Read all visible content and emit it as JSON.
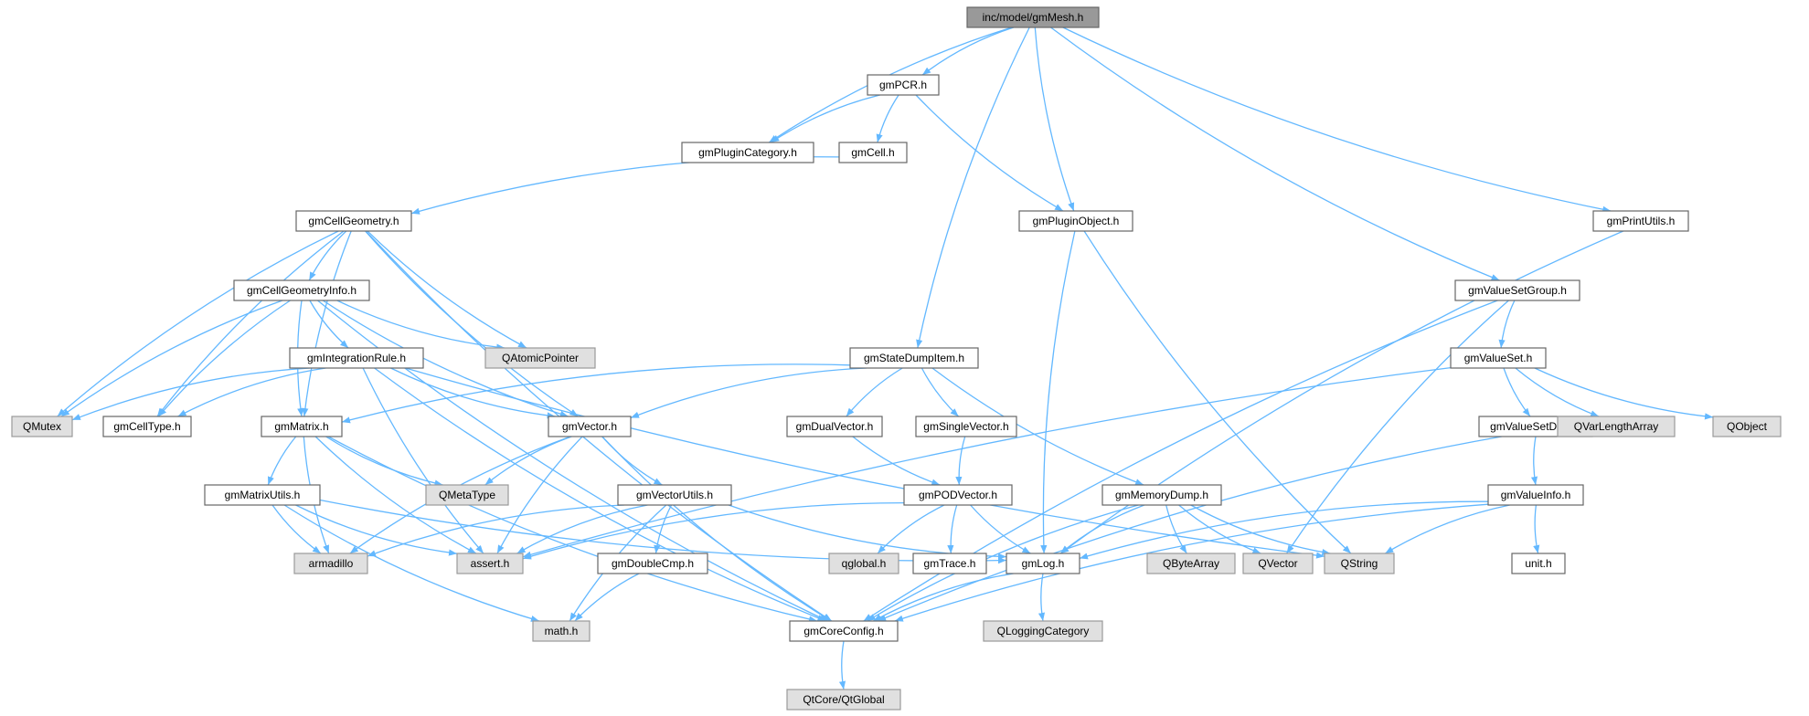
{
  "nodes": [
    {
      "id": "gmMesh",
      "label": "inc/model/gmMesh.h",
      "kind": "root"
    },
    {
      "id": "gmPCR",
      "label": "gmPCR.h",
      "kind": "file"
    },
    {
      "id": "gmPluginCategory",
      "label": "gmPluginCategory.h",
      "kind": "file"
    },
    {
      "id": "gmCell",
      "label": "gmCell.h",
      "kind": "file"
    },
    {
      "id": "gmCellGeometry",
      "label": "gmCellGeometry.h",
      "kind": "file"
    },
    {
      "id": "gmPluginObject",
      "label": "gmPluginObject.h",
      "kind": "file"
    },
    {
      "id": "gmPrintUtils",
      "label": "gmPrintUtils.h",
      "kind": "file"
    },
    {
      "id": "gmCellGeometryInfo",
      "label": "gmCellGeometryInfo.h",
      "kind": "file"
    },
    {
      "id": "gmValueSetGroup",
      "label": "gmValueSetGroup.h",
      "kind": "file"
    },
    {
      "id": "gmIntegrationRule",
      "label": "gmIntegrationRule.h",
      "kind": "file"
    },
    {
      "id": "QAtomicPointer",
      "label": "QAtomicPointer",
      "kind": "ext"
    },
    {
      "id": "gmStateDumpItem",
      "label": "gmStateDumpItem.h",
      "kind": "file"
    },
    {
      "id": "gmValueSet",
      "label": "gmValueSet.h",
      "kind": "file"
    },
    {
      "id": "QMutex",
      "label": "QMutex",
      "kind": "ext"
    },
    {
      "id": "gmCellType",
      "label": "gmCellType.h",
      "kind": "file"
    },
    {
      "id": "gmMatrix",
      "label": "gmMatrix.h",
      "kind": "file"
    },
    {
      "id": "gmVector",
      "label": "gmVector.h",
      "kind": "file"
    },
    {
      "id": "gmDualVector",
      "label": "gmDualVector.h",
      "kind": "file"
    },
    {
      "id": "gmSingleVector",
      "label": "gmSingleVector.h",
      "kind": "file"
    },
    {
      "id": "gmValueSetData",
      "label": "gmValueSetData.h",
      "kind": "file"
    },
    {
      "id": "QVarLengthArray",
      "label": "QVarLengthArray",
      "kind": "ext"
    },
    {
      "id": "QObject",
      "label": "QObject",
      "kind": "ext"
    },
    {
      "id": "gmMatrixUtils",
      "label": "gmMatrixUtils.h",
      "kind": "file"
    },
    {
      "id": "QMetaType",
      "label": "QMetaType",
      "kind": "ext"
    },
    {
      "id": "gmVectorUtils",
      "label": "gmVectorUtils.h",
      "kind": "file"
    },
    {
      "id": "gmPODVector",
      "label": "gmPODVector.h",
      "kind": "file"
    },
    {
      "id": "gmMemoryDump",
      "label": "gmMemoryDump.h",
      "kind": "file"
    },
    {
      "id": "gmValueInfo",
      "label": "gmValueInfo.h",
      "kind": "file"
    },
    {
      "id": "armadillo",
      "label": "armadillo",
      "kind": "ext"
    },
    {
      "id": "assert",
      "label": "assert.h",
      "kind": "ext"
    },
    {
      "id": "gmDoubleCmp",
      "label": "gmDoubleCmp.h",
      "kind": "file"
    },
    {
      "id": "qglobal",
      "label": "qglobal.h",
      "kind": "ext"
    },
    {
      "id": "gmTrace",
      "label": "gmTrace.h",
      "kind": "file"
    },
    {
      "id": "gmLog",
      "label": "gmLog.h",
      "kind": "file"
    },
    {
      "id": "QByteArray",
      "label": "QByteArray",
      "kind": "ext"
    },
    {
      "id": "QVector",
      "label": "QVector",
      "kind": "ext"
    },
    {
      "id": "QString",
      "label": "QString",
      "kind": "ext"
    },
    {
      "id": "unit",
      "label": "unit.h",
      "kind": "file"
    },
    {
      "id": "math",
      "label": "math.h",
      "kind": "ext"
    },
    {
      "id": "gmCoreConfig",
      "label": "gmCoreConfig.h",
      "kind": "file"
    },
    {
      "id": "QLoggingCategory",
      "label": "QLoggingCategory",
      "kind": "ext"
    },
    {
      "id": "QtGlobal",
      "label": "QtCore/QtGlobal",
      "kind": "ext"
    }
  ],
  "edges": [
    [
      "gmMesh",
      "gmPCR"
    ],
    [
      "gmMesh",
      "gmPluginCategory"
    ],
    [
      "gmMesh",
      "gmPluginObject"
    ],
    [
      "gmMesh",
      "gmStateDumpItem"
    ],
    [
      "gmMesh",
      "gmValueSetGroup"
    ],
    [
      "gmMesh",
      "gmPrintUtils"
    ],
    [
      "gmPCR",
      "gmPluginCategory"
    ],
    [
      "gmPCR",
      "gmCell"
    ],
    [
      "gmPCR",
      "gmPluginObject"
    ],
    [
      "gmCell",
      "gmCellGeometry"
    ],
    [
      "gmCellGeometry",
      "gmCellGeometryInfo"
    ],
    [
      "gmCellGeometry",
      "QAtomicPointer"
    ],
    [
      "gmCellGeometry",
      "QMutex"
    ],
    [
      "gmCellGeometry",
      "gmCellType"
    ],
    [
      "gmCellGeometry",
      "gmMatrix"
    ],
    [
      "gmCellGeometry",
      "gmVector"
    ],
    [
      "gmCellGeometry",
      "gmCoreConfig"
    ],
    [
      "gmCellGeometryInfo",
      "gmIntegrationRule"
    ],
    [
      "gmCellGeometryInfo",
      "QAtomicPointer"
    ],
    [
      "gmCellGeometryInfo",
      "QMutex"
    ],
    [
      "gmCellGeometryInfo",
      "gmCellType"
    ],
    [
      "gmCellGeometryInfo",
      "gmMatrix"
    ],
    [
      "gmCellGeometryInfo",
      "gmVector"
    ],
    [
      "gmCellGeometryInfo",
      "gmCoreConfig"
    ],
    [
      "gmIntegrationRule",
      "QMutex"
    ],
    [
      "gmIntegrationRule",
      "gmCellType"
    ],
    [
      "gmIntegrationRule",
      "gmVector"
    ],
    [
      "gmIntegrationRule",
      "assert"
    ],
    [
      "gmIntegrationRule",
      "gmCoreConfig"
    ],
    [
      "gmIntegrationRule",
      "QString"
    ],
    [
      "gmPluginObject",
      "gmLog"
    ],
    [
      "gmPluginObject",
      "QString"
    ],
    [
      "gmPrintUtils",
      "gmLog"
    ],
    [
      "gmValueSetGroup",
      "gmValueSet"
    ],
    [
      "gmValueSetGroup",
      "QVector"
    ],
    [
      "gmValueSetGroup",
      "gmCoreConfig"
    ],
    [
      "gmValueSet",
      "gmValueSetData"
    ],
    [
      "gmValueSet",
      "QVarLengthArray"
    ],
    [
      "gmValueSet",
      "QObject"
    ],
    [
      "gmValueSet",
      "assert"
    ],
    [
      "gmValueSetData",
      "gmValueInfo"
    ],
    [
      "gmValueSetData",
      "gmCoreConfig"
    ],
    [
      "gmValueInfo",
      "gmLog"
    ],
    [
      "gmValueInfo",
      "QString"
    ],
    [
      "gmValueInfo",
      "unit"
    ],
    [
      "gmValueInfo",
      "gmCoreConfig"
    ],
    [
      "gmStateDumpItem",
      "gmMatrix"
    ],
    [
      "gmStateDumpItem",
      "gmVector"
    ],
    [
      "gmStateDumpItem",
      "gmDualVector"
    ],
    [
      "gmStateDumpItem",
      "gmSingleVector"
    ],
    [
      "gmStateDumpItem",
      "gmMemoryDump"
    ],
    [
      "gmDualVector",
      "gmPODVector"
    ],
    [
      "gmSingleVector",
      "gmPODVector"
    ],
    [
      "gmPODVector",
      "assert"
    ],
    [
      "gmPODVector",
      "qglobal"
    ],
    [
      "gmPODVector",
      "gmTrace"
    ],
    [
      "gmPODVector",
      "gmLog"
    ],
    [
      "gmMemoryDump",
      "gmLog"
    ],
    [
      "gmMemoryDump",
      "QByteArray"
    ],
    [
      "gmMemoryDump",
      "QVector"
    ],
    [
      "gmMemoryDump",
      "QString"
    ],
    [
      "gmMemoryDump",
      "gmCoreConfig"
    ],
    [
      "gmMatrix",
      "gmMatrixUtils"
    ],
    [
      "gmMatrix",
      "QMetaType"
    ],
    [
      "gmMatrix",
      "armadillo"
    ],
    [
      "gmMatrix",
      "assert"
    ],
    [
      "gmMatrix",
      "gmCoreConfig"
    ],
    [
      "gmMatrixUtils",
      "armadillo"
    ],
    [
      "gmMatrixUtils",
      "assert"
    ],
    [
      "gmMatrixUtils",
      "math"
    ],
    [
      "gmMatrixUtils",
      "gmLog"
    ],
    [
      "gmVector",
      "QMetaType"
    ],
    [
      "gmVector",
      "gmVectorUtils"
    ],
    [
      "gmVector",
      "armadillo"
    ],
    [
      "gmVector",
      "assert"
    ],
    [
      "gmVector",
      "gmCoreConfig"
    ],
    [
      "gmVectorUtils",
      "armadillo"
    ],
    [
      "gmVectorUtils",
      "assert"
    ],
    [
      "gmVectorUtils",
      "gmDoubleCmp"
    ],
    [
      "gmVectorUtils",
      "math"
    ],
    [
      "gmVectorUtils",
      "gmLog"
    ],
    [
      "gmDoubleCmp",
      "math"
    ],
    [
      "gmLog",
      "gmCoreConfig"
    ],
    [
      "gmLog",
      "QLoggingCategory"
    ],
    [
      "gmCoreConfig",
      "QtGlobal"
    ]
  ],
  "colors": {
    "edge": "#63B8FF",
    "root_fill": "#999999",
    "file_fill": "#ffffff",
    "ext_fill": "#E0E0E0",
    "border": "#666666"
  }
}
